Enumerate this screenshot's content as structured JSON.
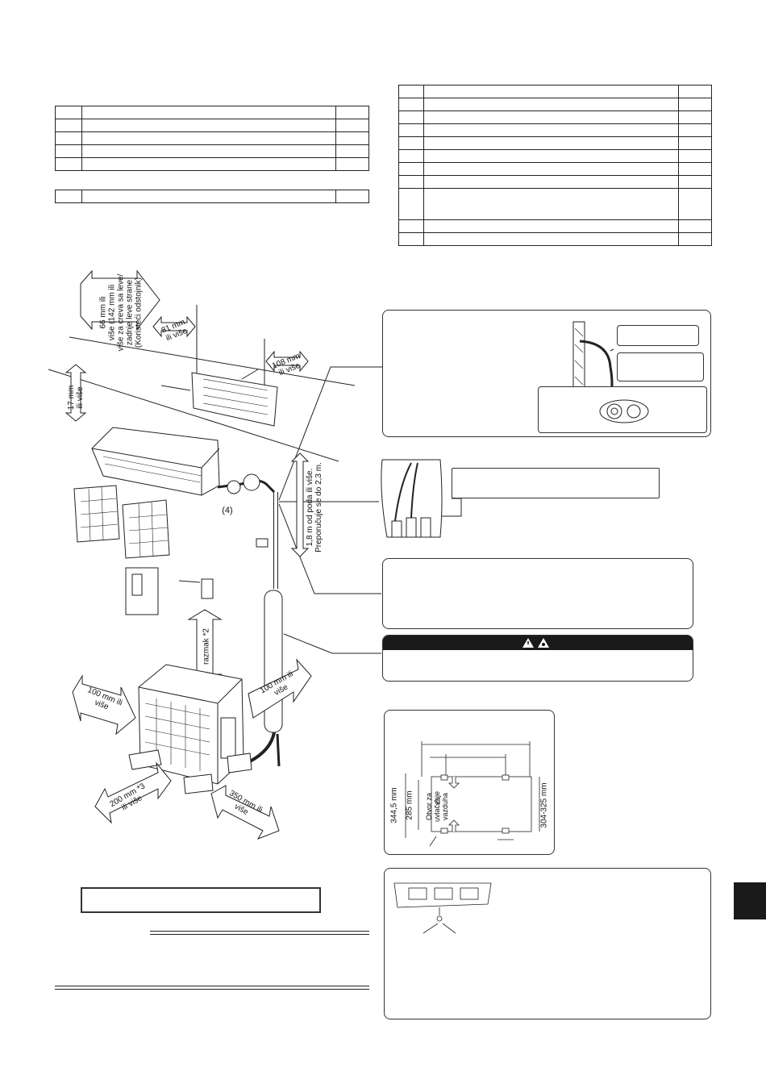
{
  "labels": {
    "clearance_top": "66 mm ili\nviše (142 mm ili\nviše za creva sa leve/\nzadnje leve strane\n(Koristeći odstojnik)",
    "clearance_left_wall": "81 mm\nili više",
    "clearance_right_wall": "108 mm\nili više",
    "clearance_ceiling": "17 mm\nili više",
    "floor_height": "1,8 m od poda ili više.\nPreporučuje se do 2,3 m.",
    "part_4": "(4)",
    "outdoor_space": "razmak *2",
    "outdoor_right": "100 mm ili\nviše",
    "outdoor_left": "100 mm ili\nviše",
    "outdoor_front": "200 mm *3\nili više",
    "outdoor_bottom": "350 mm ili\nviše",
    "base_height_left": "344,5 mm",
    "base_height_inner": "285 mm",
    "air_intake": "Otvor za\nuvlačenje\nvazduha",
    "base_bolt_range": "304-325 mm"
  },
  "colors": {
    "line": "#222222",
    "warning_bar": "#1a1a1a"
  }
}
